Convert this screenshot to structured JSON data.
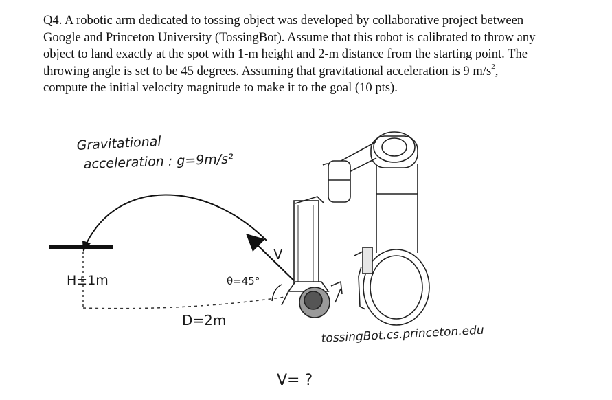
{
  "question": {
    "line1": "Q4. A robotic arm dedicated to tossing object was developed by collaborative project between",
    "line2": "Google and Princeton University (TossingBot). Assume that this robot is calibrated to throw any",
    "line3": "object to land exactly at the spot with 1-m height and 2-m distance from the starting point. The",
    "line4_pre": "throwing angle is set to be 45 degrees. Assuming that gravitational acceleration is 9 m/s",
    "line4_sup": "2",
    "line4_post": ",",
    "line5": "compute the initial velocity magnitude to make it to the goal (10 pts)."
  },
  "sketch": {
    "gravity_label_line1": "Gravitational",
    "gravity_label_line2": "acceleration : g=9m/s²",
    "height_label": "H±1m",
    "angle_label": "θ=45°",
    "distance_label": "D=2m",
    "velocity_arrow_label": "V",
    "source_label": "tossingBot.cs.princeton.edu",
    "unknown_label": "V= ?"
  }
}
